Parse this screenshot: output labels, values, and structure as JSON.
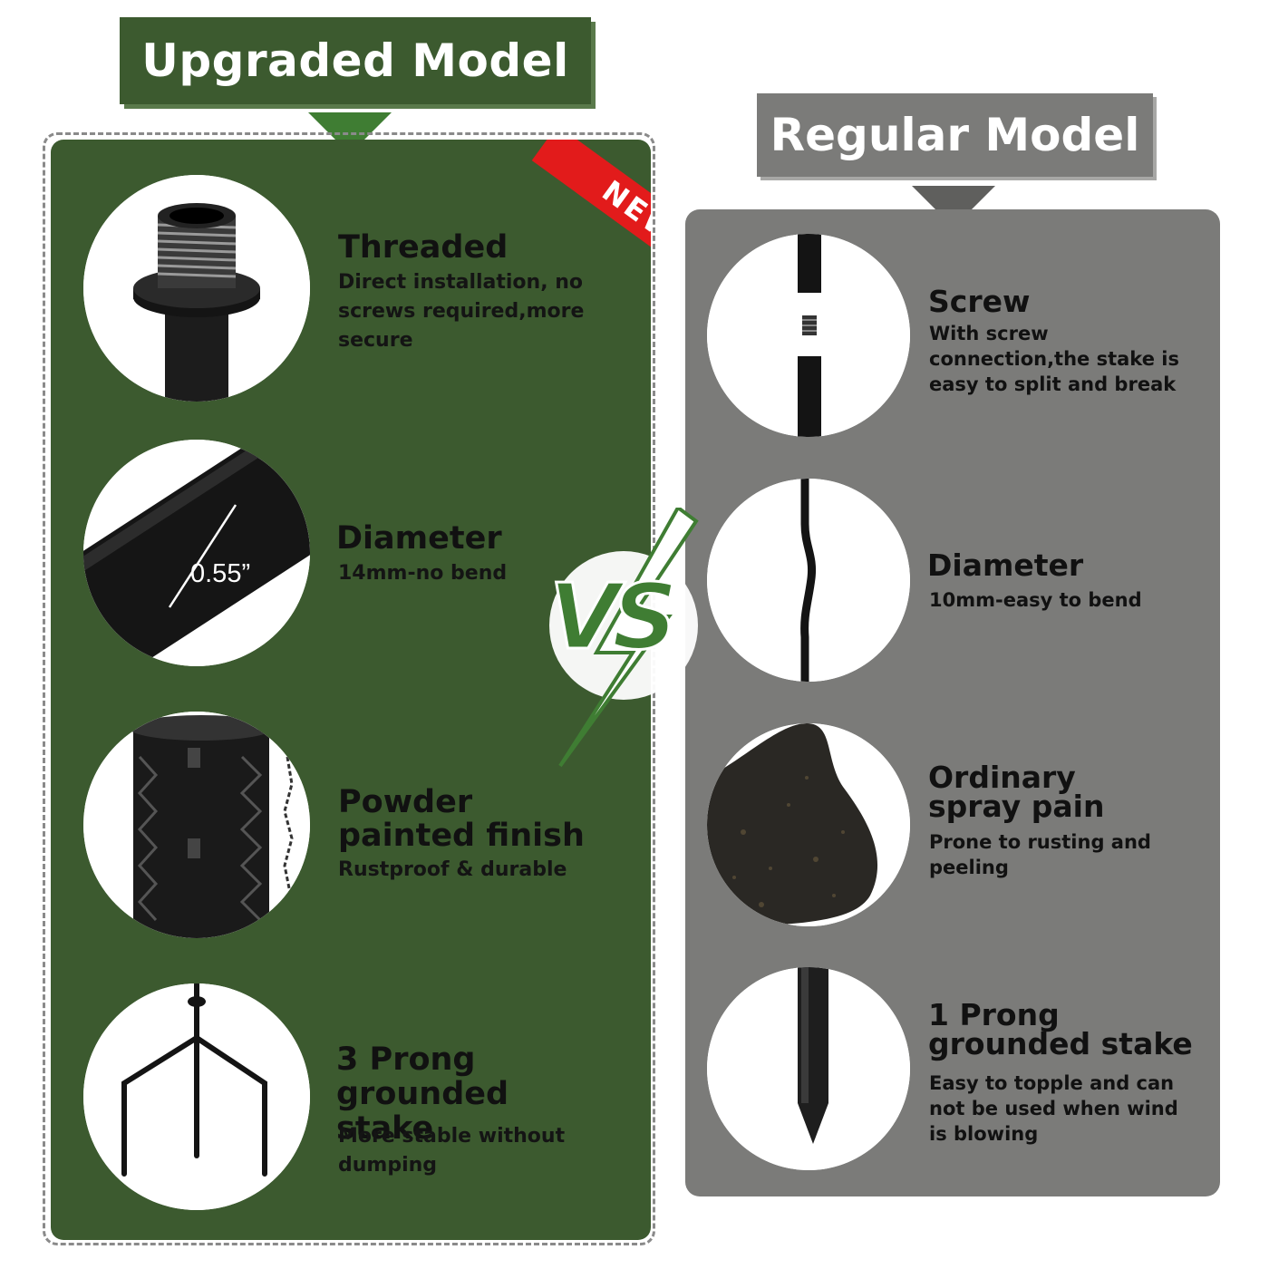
{
  "headers": {
    "upgraded": "Upgraded Model",
    "regular": "Regular Model",
    "new_badge": "NEW",
    "vs": "VS"
  },
  "upgraded_features": [
    {
      "icon": "threaded-connector-icon",
      "title": "Threaded",
      "description": "Direct installation, no screws required,more secure"
    },
    {
      "icon": "thick-tube-icon",
      "title": "Diameter",
      "description": "14mm-no bend",
      "image_label": "0.55”"
    },
    {
      "icon": "lantern-finish-icon",
      "title": "Powder painted finish",
      "description": "Rustproof & durable"
    },
    {
      "icon": "three-prong-stake-icon",
      "title": "3 Prong grounded stake",
      "description": "More stable without dumping"
    }
  ],
  "regular_features": [
    {
      "icon": "screw-connector-icon",
      "title": "Screw",
      "description": "With screw connection,the stake is easy to split and break"
    },
    {
      "icon": "bent-rod-icon",
      "title": "Diameter",
      "description": "10mm-easy to bend"
    },
    {
      "icon": "rusty-finish-icon",
      "title": "Ordinary spray pain",
      "description": "Prone to rusting and peeling"
    },
    {
      "icon": "single-prong-stake-icon",
      "title": "1 Prong grounded stake",
      "description": "Easy to topple and can not be used when wind is blowing"
    }
  ],
  "colors": {
    "upgraded_green": "#3c5a2f",
    "regular_gray": "#7b7b79",
    "new_red": "#e21b1b",
    "vs_green": "#3f7d33"
  }
}
